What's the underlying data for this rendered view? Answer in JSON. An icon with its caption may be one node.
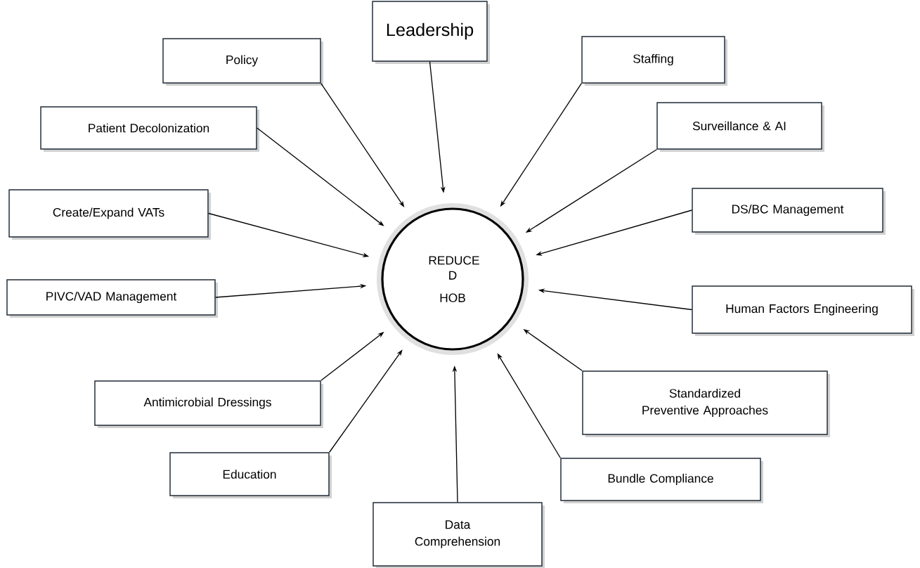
{
  "diagram": {
    "nodes": [
      {
        "text": [
          "REDUCE D",
          "HOB"
        ]
      },
      {
        "text": [
          "Leadership"
        ]
      },
      {
        "text": [
          "Policy"
        ]
      },
      {
        "text": [
          "Staffing"
        ]
      },
      {
        "text": [
          "Patient Decolonization"
        ]
      },
      {
        "text": [
          "Surveillance & AI"
        ]
      },
      {
        "text": [
          "Create/Expand VATs"
        ]
      },
      {
        "text": [
          "DS/BC Management"
        ]
      },
      {
        "text": [
          "PIVC/VAD Management"
        ]
      },
      {
        "text": [
          "Human Factors Engineering"
        ]
      },
      {
        "text": [
          "Standardized Preventive Approaches"
        ]
      },
      {
        "text": [
          "Antimicrobial Dressings"
        ]
      },
      {
        "text": [
          "Education"
        ]
      },
      {
        "text": [
          "Bundle Compliance"
        ]
      },
      {
        "text": [
          "Data Comprehension"
        ]
      }
    ],
    "edges": [
      {
        "from": 1,
        "to": 0,
        "arrow": "to"
      },
      {
        "from": 2,
        "to": 0,
        "arrow": "to"
      },
      {
        "from": 3,
        "to": 0,
        "arrow": "to"
      },
      {
        "from": 4,
        "to": 0,
        "arrow": "to"
      },
      {
        "from": 5,
        "to": 0,
        "arrow": "to"
      },
      {
        "from": 6,
        "to": 0,
        "arrow": "to"
      },
      {
        "from": 7,
        "to": 0,
        "arrow": "to"
      },
      {
        "from": 8,
        "to": 0,
        "arrow": "to"
      },
      {
        "from": 9,
        "to": 0,
        "arrow": "to"
      },
      {
        "from": 10,
        "to": 0,
        "arrow": "to"
      },
      {
        "from": 11,
        "to": 0,
        "arrow": "to"
      },
      {
        "from": 12,
        "to": 0,
        "arrow": "to"
      },
      {
        "from": 13,
        "to": 0,
        "arrow": "to"
      },
      {
        "from": 14,
        "to": 0,
        "arrow": "to"
      }
    ]
  }
}
